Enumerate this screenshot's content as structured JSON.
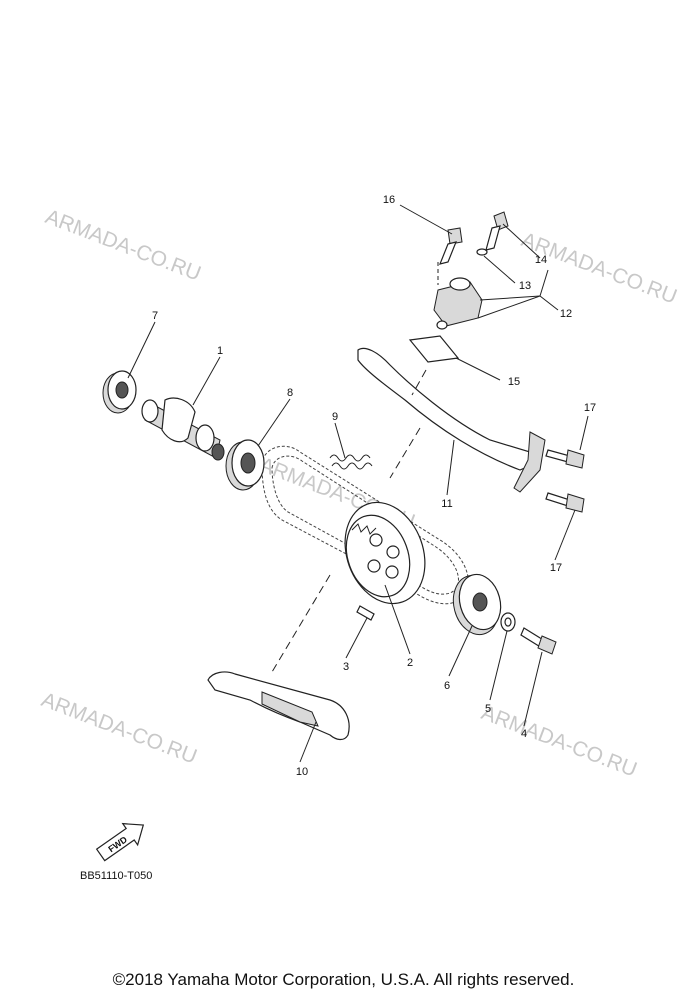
{
  "watermark": "ARMADA-CO.RU",
  "part_labels": {
    "p1": "1",
    "p2": "2",
    "p3": "3",
    "p4": "4",
    "p5": "5",
    "p6": "6",
    "p7": "7",
    "p8": "8",
    "p9": "9",
    "p10": "10",
    "p11": "11",
    "p12": "12",
    "p13": "13",
    "p14": "14",
    "p15": "15",
    "p16": "16",
    "p17a": "17",
    "p17b": "17"
  },
  "fwd_label": "FWD",
  "diagram_code": "BB51110-T050",
  "copyright": "©2018 Yamaha Motor Corporation, U.S.A. All rights reserved."
}
